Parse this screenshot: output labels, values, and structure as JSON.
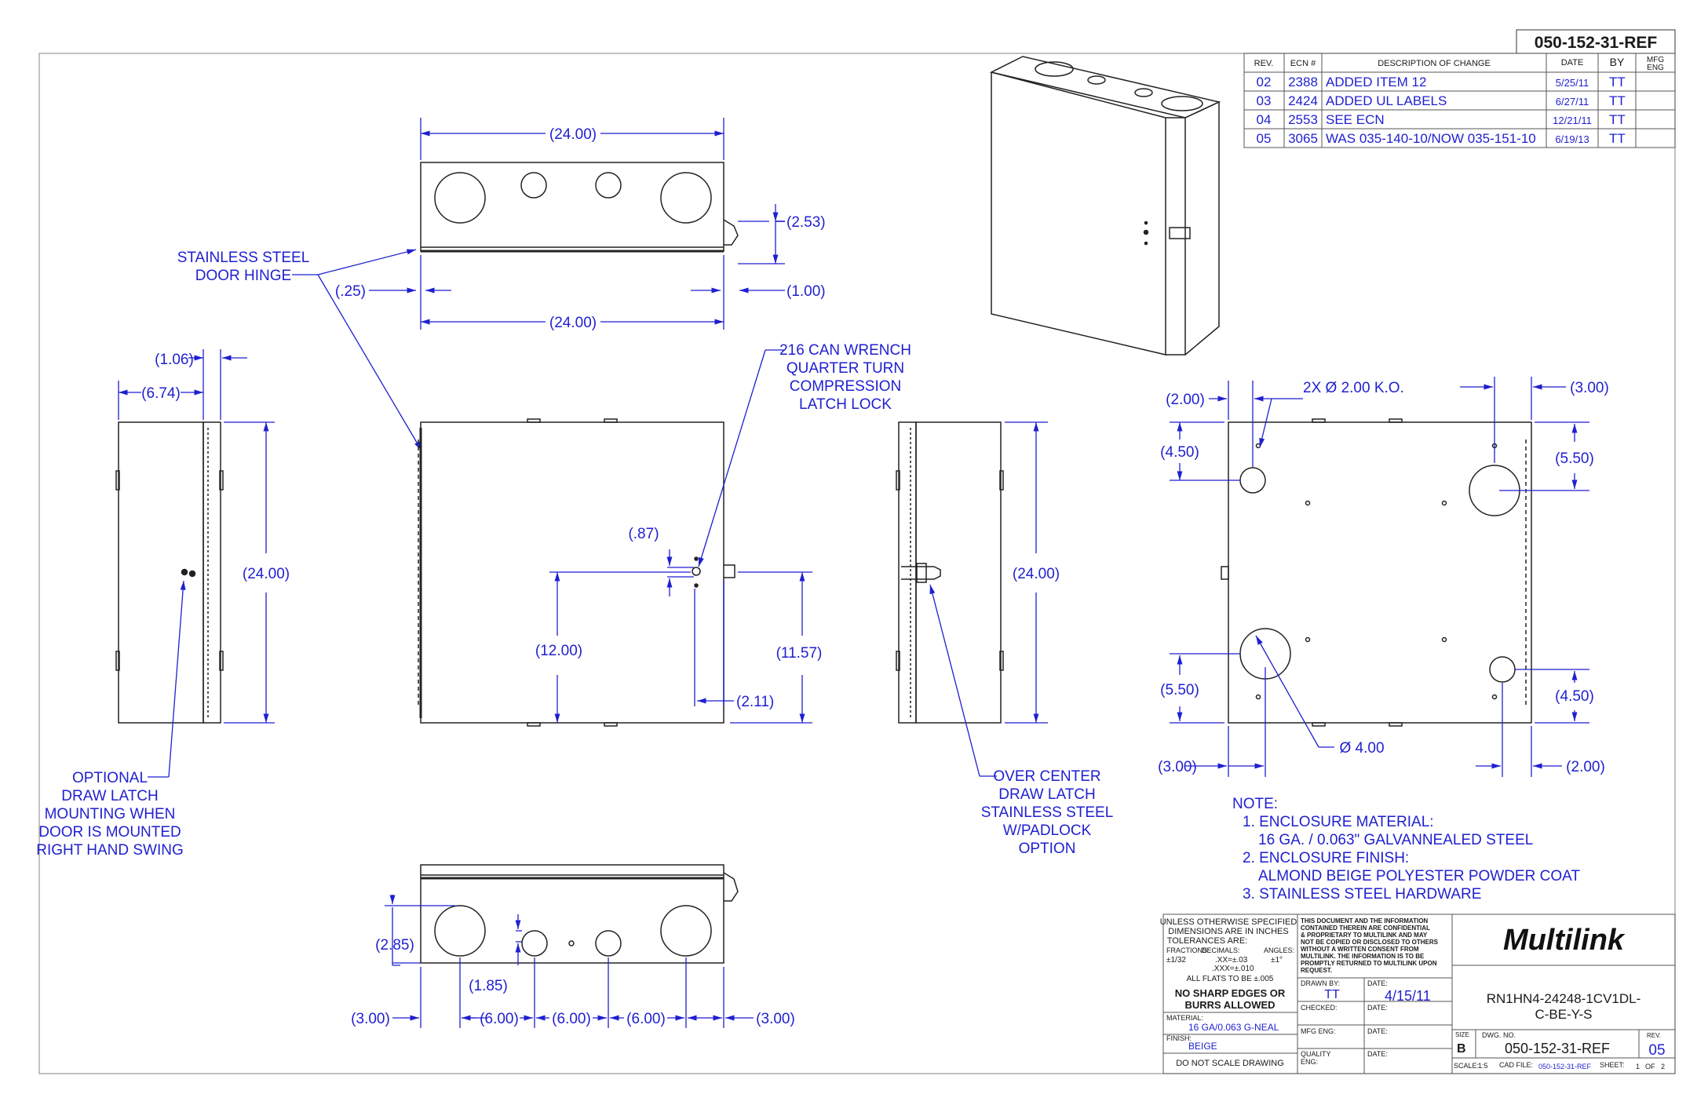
{
  "drawing_number_tag": "050-152-31-REF",
  "revision_table": {
    "headers": {
      "rev": "REV.",
      "ecn": "ECN #",
      "description": "DESCRIPTION OF CHANGE",
      "date": "DATE",
      "by": "BY",
      "mfg_eng_1": "MFG",
      "mfg_eng_2": "ENG"
    },
    "rows": [
      {
        "rev": "02",
        "ecn": "2388",
        "description": "ADDED ITEM 12",
        "date": "5/25/11",
        "by": "TT"
      },
      {
        "rev": "03",
        "ecn": "2424",
        "description": "ADDED UL LABELS",
        "date": "6/27/11",
        "by": "TT"
      },
      {
        "rev": "04",
        "ecn": "2553",
        "description": "SEE ECN",
        "date": "12/21/11",
        "by": "TT"
      },
      {
        "rev": "05",
        "ecn": "3065",
        "description": "WAS 035-140-10/NOW 035-151-10",
        "date": "6/19/13",
        "by": "TT"
      }
    ]
  },
  "dimensions": {
    "top_width": "(24.00)",
    "top_width_2": "(24.00)",
    "top_latch_2_53": "(2.53)",
    "top_hinge_0_25": "(.25)",
    "top_latch_1_00": "(1.00)",
    "left_1_06": "(1.06)",
    "left_6_74": "(6.74)",
    "left_height": "(24.00)",
    "front_0_87": "(.87)",
    "front_12_00": "(12.00)",
    "front_11_57": "(11.57)",
    "front_2_11": "(2.11)",
    "side_height": "(24.00)",
    "bottom_2_85": "(2.85)",
    "bottom_1_85": "(1.85)",
    "bottom_3_00_left": "(3.00)",
    "bottom_6_00_a": "(6.00)",
    "bottom_6_00_b": "(6.00)",
    "bottom_6_00_c": "(6.00)",
    "bottom_3_00_right": "(3.00)",
    "back_2_00_top": "(2.00)",
    "back_ko": "2X Ø 2.00 K.O.",
    "back_3_00_top": "(3.00)",
    "back_4_50_left": "(4.50)",
    "back_5_50_right": "(5.50)",
    "back_5_50_left": "(5.50)",
    "back_4_50_right": "(4.50)",
    "back_dia_4": "Ø 4.00",
    "back_3_00_bottom": "(3.00)",
    "back_2_00_bottom": "(2.00)"
  },
  "callouts": {
    "hinge": [
      "STAINLESS STEEL",
      "DOOR HINGE"
    ],
    "lock": [
      "216 CAN WRENCH",
      "QUARTER TURN",
      "COMPRESSION",
      "LATCH LOCK"
    ],
    "optional_latch": [
      "OPTIONAL",
      "DRAW LATCH",
      "MOUNTING WHEN",
      "DOOR IS MOUNTED",
      "RIGHT HAND SWING"
    ],
    "over_center": [
      "OVER CENTER",
      "DRAW LATCH",
      "STAINLESS STEEL",
      "W/PADLOCK",
      "OPTION"
    ]
  },
  "notes": {
    "title": "NOTE:",
    "items": [
      "1. ENCLOSURE MATERIAL:",
      "16 GA. / 0.063\" GALVANNEALED STEEL",
      "2. ENCLOSURE FINISH:",
      "ALMOND BEIGE POLYESTER POWDER COAT",
      "3. STAINLESS STEEL HARDWARE"
    ]
  },
  "title_block": {
    "tolerance_lines": [
      "UNLESS OTHERWISE SPECIFIED",
      "DIMENSIONS ARE IN INCHES",
      "TOLERANCES ARE:"
    ],
    "fractions_label": "FRACTIONS:",
    "decimals_label": "DECIMALS:",
    "angles_label": "ANGLES:",
    "fractions_value": "±1/32",
    "decimals_value_1": ".XX=±.03",
    "decimals_value_2": ".XXX=±.010",
    "angles_value": "±1°",
    "flats": "ALL FLATS TO BE ±.005",
    "no_sharp_1": "NO SHARP EDGES OR",
    "no_sharp_2": "BURRS ALLOWED",
    "material_label": "MATERIAL:",
    "material": "16 GA/0.063 G-NEAL",
    "finish_label": "FINISH:",
    "finish": "BEIGE",
    "do_not_scale": "DO NOT SCALE DRAWING",
    "confidential": [
      "THIS DOCUMENT AND THE INFORMATION",
      "CONTAINED THEREIN ARE CONFIDENTIAL",
      "& PROPRIETARY TO MULTILINK AND MAY",
      "NOT BE COPIED OR DISCLOSED TO OTHERS",
      "WITHOUT A WRITTEN CONSENT FROM",
      "MULTILINK. THE INFORMATION IS TO BE",
      "PROMPTLY RETURNED TO MULTILINK UPON",
      "REQUEST."
    ],
    "drawn_by_label": "DRAWN BY:",
    "drawn_by": "TT",
    "date_label": "DATE:",
    "drawn_date": "4/15/11",
    "checked_label": "CHECKED:",
    "mfg_eng_label": "MFG ENG:",
    "quality_label_1": "QUALITY",
    "quality_label_2": "ENG:",
    "company": "Multilink",
    "part_number_1": "RN1HN4-24248-1CV1DL-",
    "part_number_2": "C-BE-Y-S",
    "size_label": "SIZE",
    "size": "B",
    "dwg_no_label": "DWG. NO.",
    "dwg_no": "050-152-31-REF",
    "rev_label": "REV.",
    "rev": "05",
    "scale_label": "SCALE:",
    "scale": "1:5",
    "cad_file_label": "CAD FILE:",
    "cad_file": "050-152-31-REF",
    "sheet_label": "SHEET:",
    "sheet": "1",
    "sheet_of": "OF",
    "sheet_total": "2"
  },
  "colors": {
    "dimension": "#1f1fd0",
    "outline": "#1a1a1a"
  }
}
